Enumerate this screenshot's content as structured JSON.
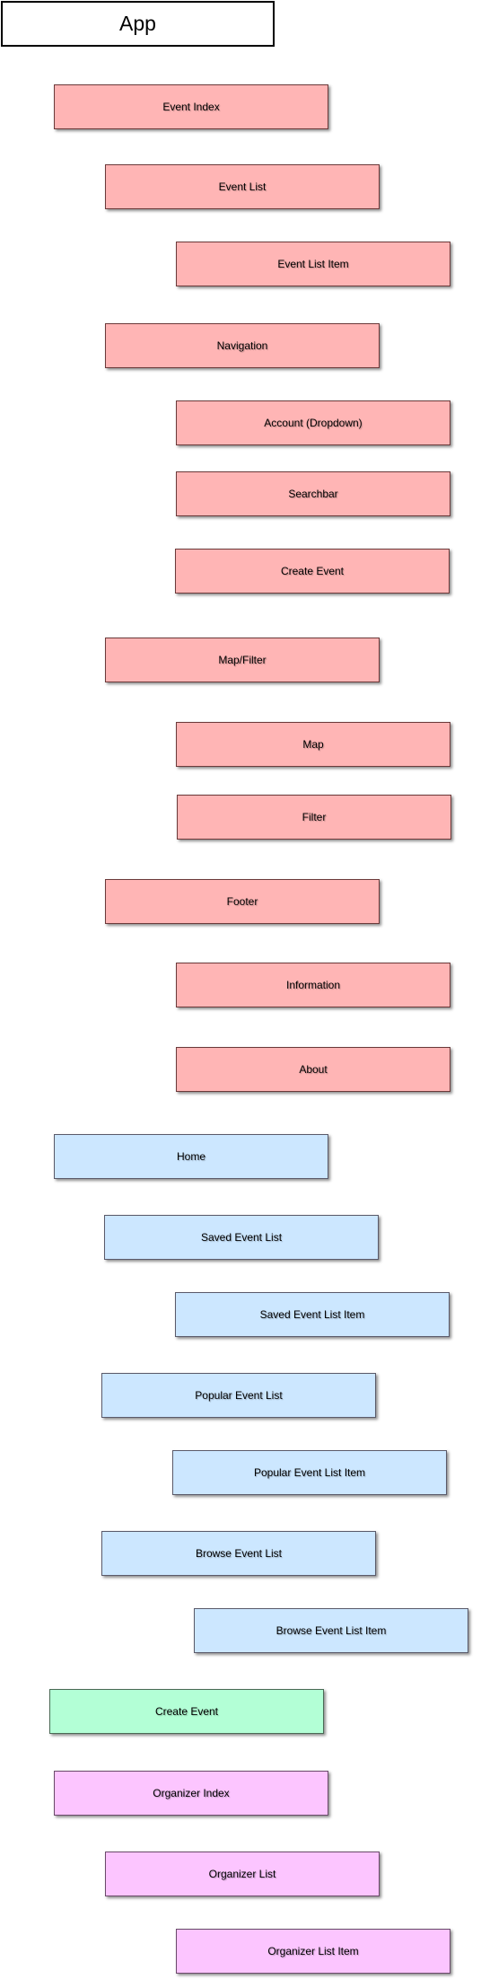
{
  "diagram": {
    "root": "App",
    "nodes": [
      {
        "label": "Event Index",
        "level": 1,
        "group": "red"
      },
      {
        "label": "Event List",
        "level": 2,
        "group": "red"
      },
      {
        "label": "Event List Item",
        "level": 3,
        "group": "red"
      },
      {
        "label": "Navigation",
        "level": 2,
        "group": "red"
      },
      {
        "label": "Account (Dropdown)",
        "level": 3,
        "group": "red"
      },
      {
        "label": "Searchbar",
        "level": 3,
        "group": "red"
      },
      {
        "label": "Create Event",
        "level": 3,
        "group": "red"
      },
      {
        "label": "Map/Filter",
        "level": 2,
        "group": "red"
      },
      {
        "label": "Map",
        "level": 3,
        "group": "red"
      },
      {
        "label": "Filter",
        "level": 3,
        "group": "red"
      },
      {
        "label": "Footer",
        "level": 2,
        "group": "red"
      },
      {
        "label": "Information",
        "level": 3,
        "group": "red"
      },
      {
        "label": "About",
        "level": 3,
        "group": "red"
      },
      {
        "label": "Home",
        "level": 1,
        "group": "blue"
      },
      {
        "label": "Saved Event List",
        "level": 2,
        "group": "blue"
      },
      {
        "label": "Saved Event List Item",
        "level": 3,
        "group": "blue"
      },
      {
        "label": "Popular Event List",
        "level": 2,
        "group": "blue"
      },
      {
        "label": "Popular Event List Item",
        "level": 3,
        "group": "blue"
      },
      {
        "label": "Browse Event List",
        "level": 2,
        "group": "blue"
      },
      {
        "label": "Browse Event List Item",
        "level": 3,
        "group": "blue"
      },
      {
        "label": "Create Event",
        "level": 1,
        "group": "green"
      },
      {
        "label": "Organizer Index",
        "level": 1,
        "group": "pink"
      },
      {
        "label": "Organizer List",
        "level": 2,
        "group": "pink"
      },
      {
        "label": "Organizer List Item",
        "level": 3,
        "group": "pink"
      }
    ]
  }
}
